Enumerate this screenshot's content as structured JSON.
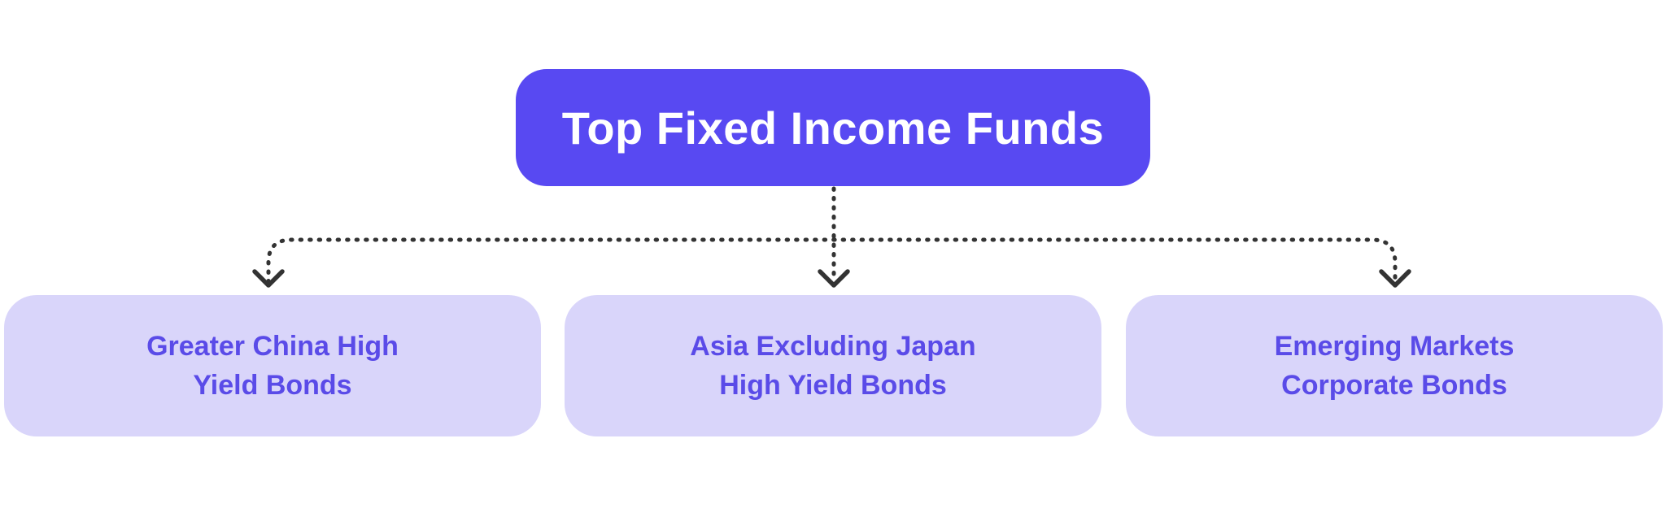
{
  "diagram": {
    "root": {
      "label": "Top Fixed Income Funds"
    },
    "children": [
      {
        "label": "Greater China High Yield Bonds",
        "lines": [
          "Greater China High",
          "Yield Bonds"
        ]
      },
      {
        "label": "Asia Excluding Japan High Yield Bonds",
        "lines": [
          "Asia Excluding Japan",
          "High Yield Bonds"
        ]
      },
      {
        "label": "Emerging Markets Corporate Bonds",
        "lines": [
          "Emerging Markets",
          "Corporate Bonds"
        ]
      }
    ],
    "colors": {
      "background": "#FFFFFF",
      "root_bg": "#5849F2",
      "root_text": "#FFFFFF",
      "child_bg": "#D9D5FA",
      "child_text": "#5A4BE8",
      "connector": "#333333"
    }
  }
}
